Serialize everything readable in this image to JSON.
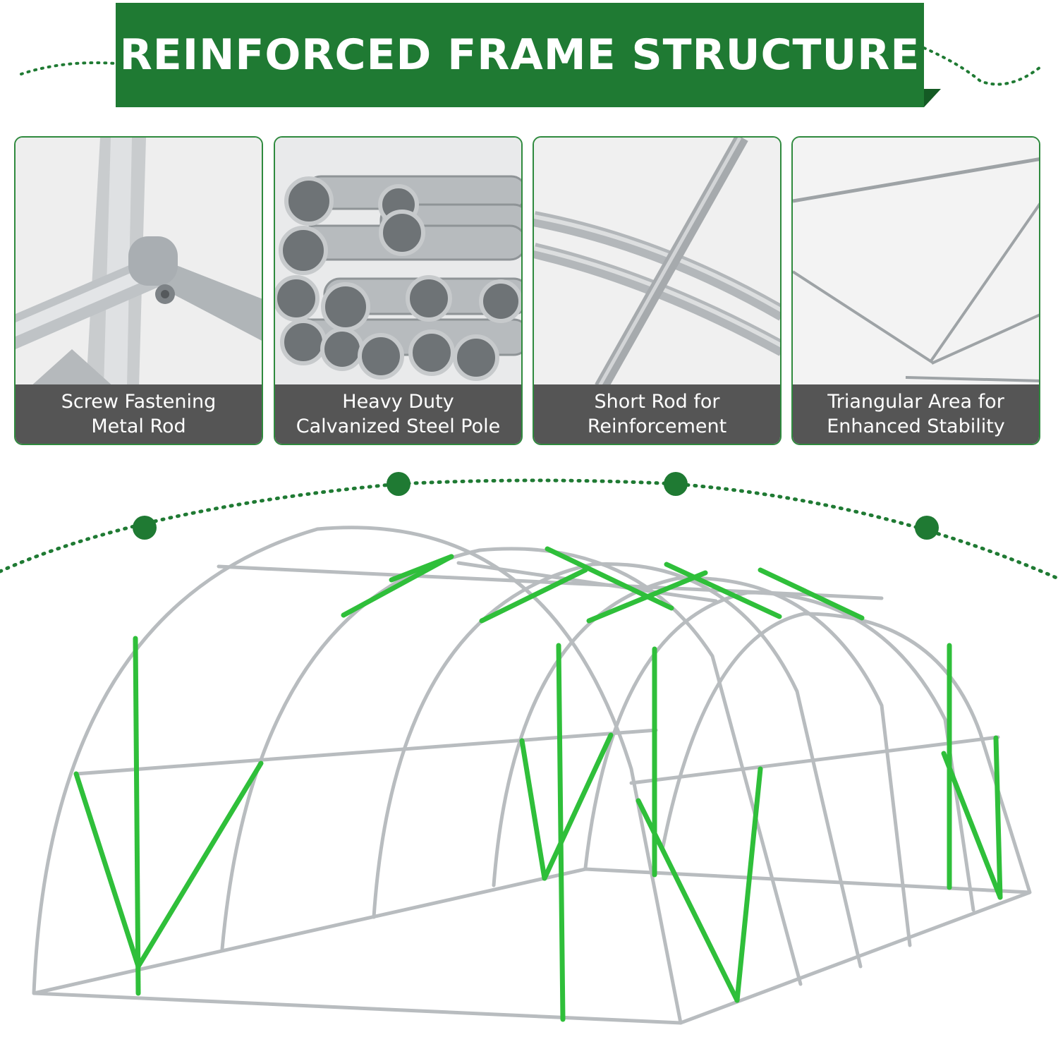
{
  "banner": {
    "title": "REINFORCED FRAME STRUCTURE"
  },
  "colors": {
    "brand_green": "#1f7a33",
    "highlight_green": "#2fbf3a",
    "caption_bg": "#555555",
    "steel": "#b9bec2"
  },
  "features": [
    {
      "line1": "Screw Fastening",
      "line2": "Metal Rod",
      "icon": "screw-joint-photo"
    },
    {
      "line1": "Heavy Duty",
      "line2": "Calvanized Steel Pole",
      "icon": "steel-pipes-photo"
    },
    {
      "line1": "Short Rod for",
      "line2": "Reinforcement",
      "icon": "short-rod-photo"
    },
    {
      "line1": "Triangular Area for",
      "line2": "Enhanced Stability",
      "icon": "triangle-brace-photo"
    }
  ]
}
